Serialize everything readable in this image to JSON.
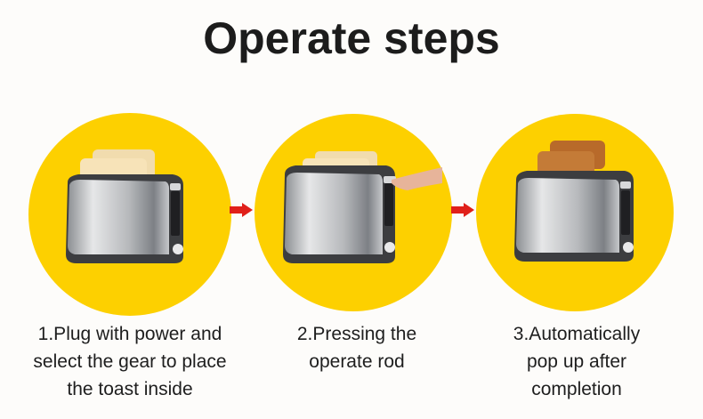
{
  "title": "Operate steps",
  "colors": {
    "circle": "#fdd000",
    "arrow": "#e0201a",
    "text": "#1e1e1e",
    "background": "#fdfcfa"
  },
  "steps": [
    {
      "lines": [
        "1.Plug with power and",
        "select the gear to place",
        "the toast inside"
      ],
      "image": "toaster-with-bread"
    },
    {
      "lines": [
        "2.Pressing the",
        "operate rod"
      ],
      "image": "hand-pressing-toaster-lever"
    },
    {
      "lines": [
        "3.Automatically",
        "pop up after",
        "completion"
      ],
      "image": "toaster-with-toasted-bread"
    }
  ],
  "arrows": [
    "right-arrow-icon",
    "right-arrow-icon"
  ]
}
